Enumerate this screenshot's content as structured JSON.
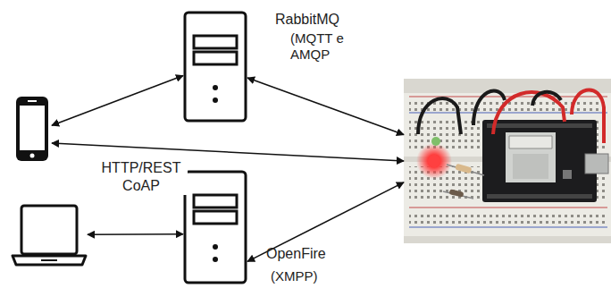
{
  "diagram": {
    "nodes": [
      {
        "text": [
          "RabbitMQ",
          "(MQTT e AMQP"
        ]
      },
      {
        "text": []
      },
      {
        "text": []
      },
      {
        "text": []
      },
      {
        "text": [
          "OpenFire",
          "(XMPP)"
        ]
      }
    ],
    "edges": [
      {
        "from": 1,
        "to": 0,
        "arrow": "both"
      },
      {
        "from": 0,
        "to": 2,
        "arrow": "both"
      },
      {
        "from": 1,
        "to": 2,
        "label": "HTTP/REST CoAP",
        "arrow": "both"
      },
      {
        "from": 3,
        "to": 4,
        "arrow": "both"
      },
      {
        "from": 4,
        "to": 2,
        "arrow": "both"
      }
    ]
  }
}
